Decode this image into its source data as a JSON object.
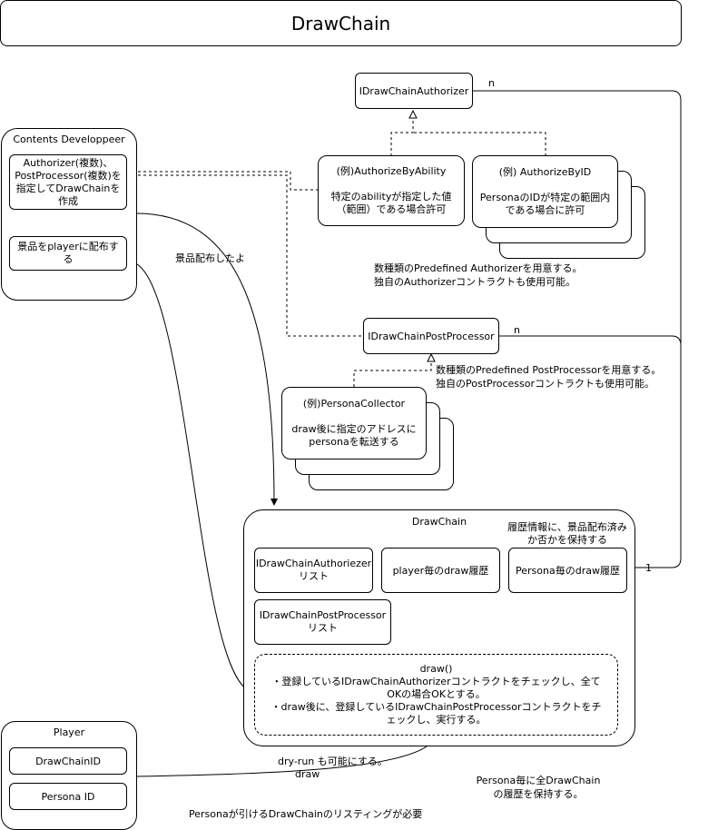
{
  "title": "DrawChain",
  "contents_developer": {
    "title": "Contents Developpeer",
    "create_box": "Authorizer(複数)、\nPostProcessor(複数)を\n指定してDrawChainを\n作成",
    "distribute_box": "景品をplayerに配布す\nる"
  },
  "authorizer": {
    "interface": "IDrawChainAuthorizer",
    "example_ability": "(例)AuthorizeByAbility\n\n特定のabilityが指定した値\n（範囲）である場合許可",
    "example_id": "(例) AuthorizeByID\n\nPersonaのIDが特定の範囲内\nである場合に許可",
    "note": "数種類のPredefined Authorizerを用意する。\n独自のAuthorizerコントラクトも使用可能。",
    "multiplicity": "n"
  },
  "post_processor": {
    "interface": "IDrawChainPostProcessor",
    "note": "数種類のPredefined PostProcessorを用意する。\n独自のPostProcessorコントラクトも使用可能。",
    "example_collector": "(例)PersonaCollector\n\ndraw後に指定のアドレスに\npersonaを転送する",
    "multiplicity": "n"
  },
  "drawchain": {
    "title": "DrawChain",
    "history_note": "履歴情報に、景品配布済み\nか否かを保持する",
    "authorizer_list": "IDrawChainAuthoriezer\nリスト",
    "player_history": "player毎のdraw履歴",
    "persona_history": "Persona毎のdraw履歴",
    "postprocessor_list": "IDrawChainPostProcessor\nリスト",
    "draw_method": "draw()\n・登録しているIDrawChainAuthorizerコントラクトをチェックし、全て\nOKの場合OKとする。\n・draw後に、登録しているIDrawChainPostProcessorコントラクトをチ\nェックし、実行する。",
    "multiplicity": "1"
  },
  "player": {
    "title": "Player",
    "drawchain_id": "DrawChainID",
    "persona_id": "Persona ID"
  },
  "edges": {
    "distributed": "景品配布したよ",
    "dry_run": "dry-run も可能にする。",
    "draw": "draw"
  },
  "notes": {
    "persona_history": "Persona毎に全DrawChain\nの履歴を保持する。",
    "listing": "Personaが引けるDrawChainのリスティングが必要"
  }
}
